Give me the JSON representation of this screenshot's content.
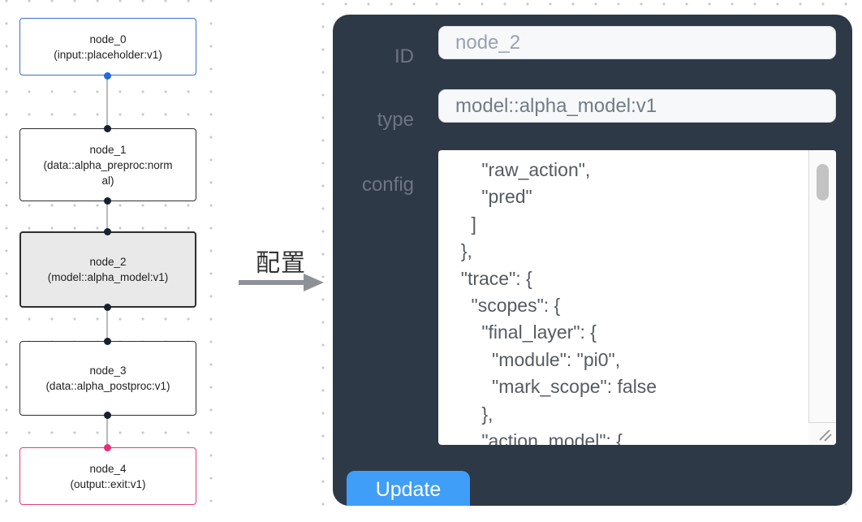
{
  "canvas": {
    "nodes": [
      {
        "name": "node_0",
        "type_line": "(input::placeholder:v1)",
        "variant": "input"
      },
      {
        "name": "node_1",
        "type_line": "(data::alpha_preproc:normal)",
        "variant": "default"
      },
      {
        "name": "node_2",
        "type_line": "(model::alpha_model:v1)",
        "variant": "selected"
      },
      {
        "name": "node_3",
        "type_line": "(data::alpha_postproc:v1)",
        "variant": "default"
      },
      {
        "name": "node_4",
        "type_line": "(output::exit:v1)",
        "variant": "output"
      }
    ],
    "colors": {
      "input_node_border": "#3a6cd3",
      "output_node_border": "#e83a80",
      "selected_node_background": "#e9e9ea",
      "default_node_border": "#2e2e2e",
      "edge": "#b7bbc0",
      "port_blue": "#2468e0",
      "port_pink": "#e62f7b",
      "port_dark": "#17202e"
    }
  },
  "transition": {
    "label": "配置"
  },
  "panel": {
    "fields": [
      {
        "label": "ID",
        "value": "node_2"
      },
      {
        "label": "type",
        "value": "model::alpha_model:v1"
      }
    ],
    "config_label": "config",
    "config_text": "      \"raw_action\",\n      \"pred\"\n    ]\n  },\n  \"trace\": {\n    \"scopes\": {\n      \"final_layer\": {\n        \"module\": \"pi0\",\n        \"mark_scope\": false\n      },\n      \"action_model\": {",
    "update_label": "Update",
    "colors": {
      "panel_background": "#2e3947",
      "update_button": "#3f9ef7",
      "field_background": "#f6f8fa"
    }
  }
}
